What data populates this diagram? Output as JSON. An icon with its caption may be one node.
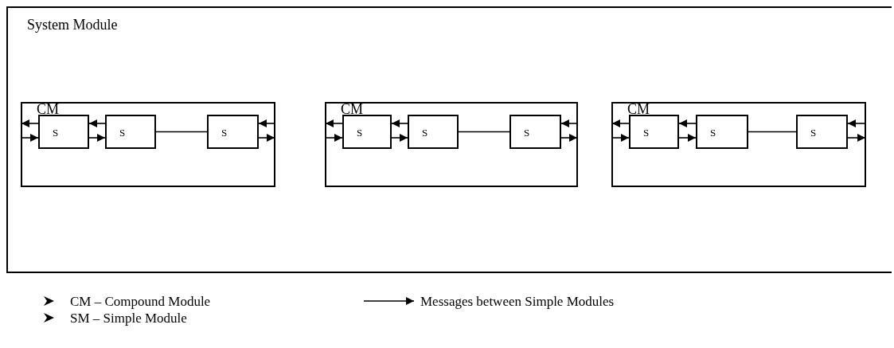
{
  "diagram": {
    "nodes": [
      {
        "text": [
          "System Module"
        ]
      },
      {
        "text": [
          "CM"
        ],
        "in": 0
      },
      {
        "text": [
          "S"
        ],
        "in": 1
      },
      {
        "text": [
          "S"
        ],
        "in": 1
      },
      {
        "text": [
          "S"
        ],
        "in": 1
      },
      {
        "text": [
          "CM"
        ],
        "in": 0
      },
      {
        "text": [
          "S"
        ],
        "in": 5
      },
      {
        "text": [
          "S"
        ],
        "in": 5
      },
      {
        "text": [
          "S"
        ],
        "in": 5
      },
      {
        "text": [
          "CM"
        ],
        "in": 0
      },
      {
        "text": [
          "S"
        ],
        "in": 9
      },
      {
        "text": [
          "S"
        ],
        "in": 9
      },
      {
        "text": [
          "S"
        ],
        "in": 9
      }
    ],
    "edges": [
      {
        "from": 2,
        "to": 1,
        "arrow": "to"
      },
      {
        "from": 1,
        "to": 2,
        "arrow": "to"
      },
      {
        "from": 3,
        "to": 2,
        "arrow": "to"
      },
      {
        "from": 2,
        "to": 3,
        "arrow": "to"
      },
      {
        "from": 3,
        "to": 4,
        "arrow": "none"
      },
      {
        "from": 1,
        "to": 4,
        "arrow": "to"
      },
      {
        "from": 4,
        "to": 1,
        "arrow": "to"
      },
      {
        "from": 6,
        "to": 5,
        "arrow": "to"
      },
      {
        "from": 5,
        "to": 6,
        "arrow": "to"
      },
      {
        "from": 7,
        "to": 6,
        "arrow": "to"
      },
      {
        "from": 6,
        "to": 7,
        "arrow": "to"
      },
      {
        "from": 7,
        "to": 8,
        "arrow": "none"
      },
      {
        "from": 5,
        "to": 8,
        "arrow": "to"
      },
      {
        "from": 8,
        "to": 5,
        "arrow": "to"
      },
      {
        "from": 10,
        "to": 9,
        "arrow": "to"
      },
      {
        "from": 9,
        "to": 10,
        "arrow": "to"
      },
      {
        "from": 11,
        "to": 10,
        "arrow": "to"
      },
      {
        "from": 10,
        "to": 11,
        "arrow": "to"
      },
      {
        "from": 11,
        "to": 12,
        "arrow": "none"
      },
      {
        "from": 9,
        "to": 12,
        "arrow": "to"
      },
      {
        "from": 12,
        "to": 9,
        "arrow": "to"
      }
    ],
    "labels": [
      "CM – Compound Module",
      "SM – Simple Module"
    ],
    "legend": [
      {
        "text": "Messages between Simple Modules"
      }
    ]
  }
}
